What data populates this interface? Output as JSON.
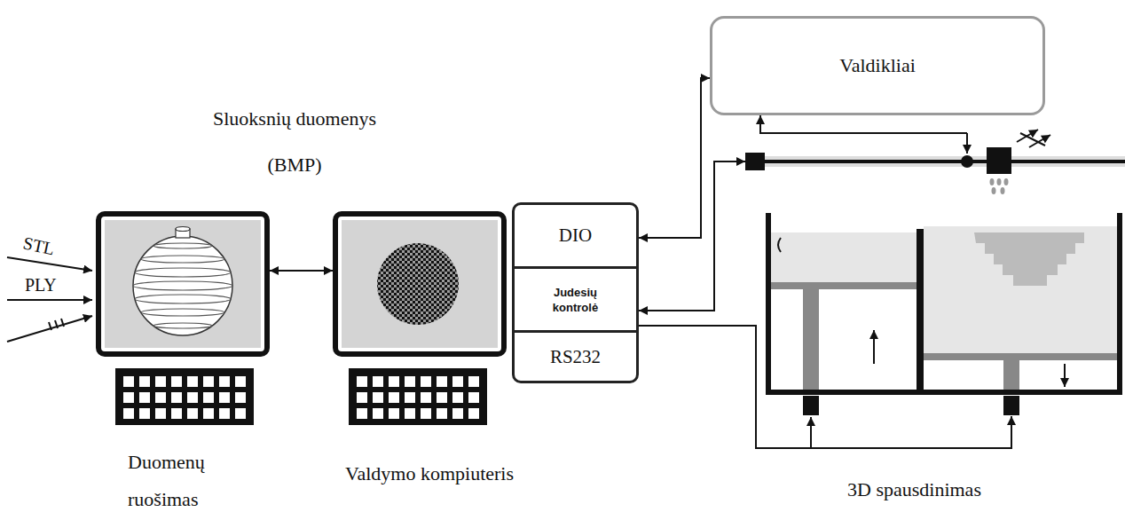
{
  "diagram": {
    "nodes": [
      {
        "text": [
          "Duomenų ruošimas"
        ]
      },
      {
        "text": [
          "Valdymo kompiuteris"
        ]
      },
      {
        "text": [
          "DIO"
        ]
      },
      {
        "text": [
          "Judesių kontrolė"
        ]
      },
      {
        "text": [
          "RS232"
        ]
      },
      {
        "text": [
          "Valdikliai"
        ]
      },
      {
        "text": [
          "3D spausdinimas"
        ]
      }
    ],
    "edges": [
      {
        "from": 0,
        "to": 1,
        "arrow": "both",
        "label": "Sluoksnių duomenys (BMP)"
      },
      {
        "from": 2,
        "to": 5,
        "arrow": "both"
      },
      {
        "from": 6,
        "to": 5,
        "arrow": "to"
      },
      {
        "from": 3,
        "to": 6,
        "arrow": "both"
      },
      {
        "from": 3,
        "to": 6,
        "arrow": "to"
      }
    ],
    "labels": [
      "STL",
      "PLY"
    ]
  }
}
